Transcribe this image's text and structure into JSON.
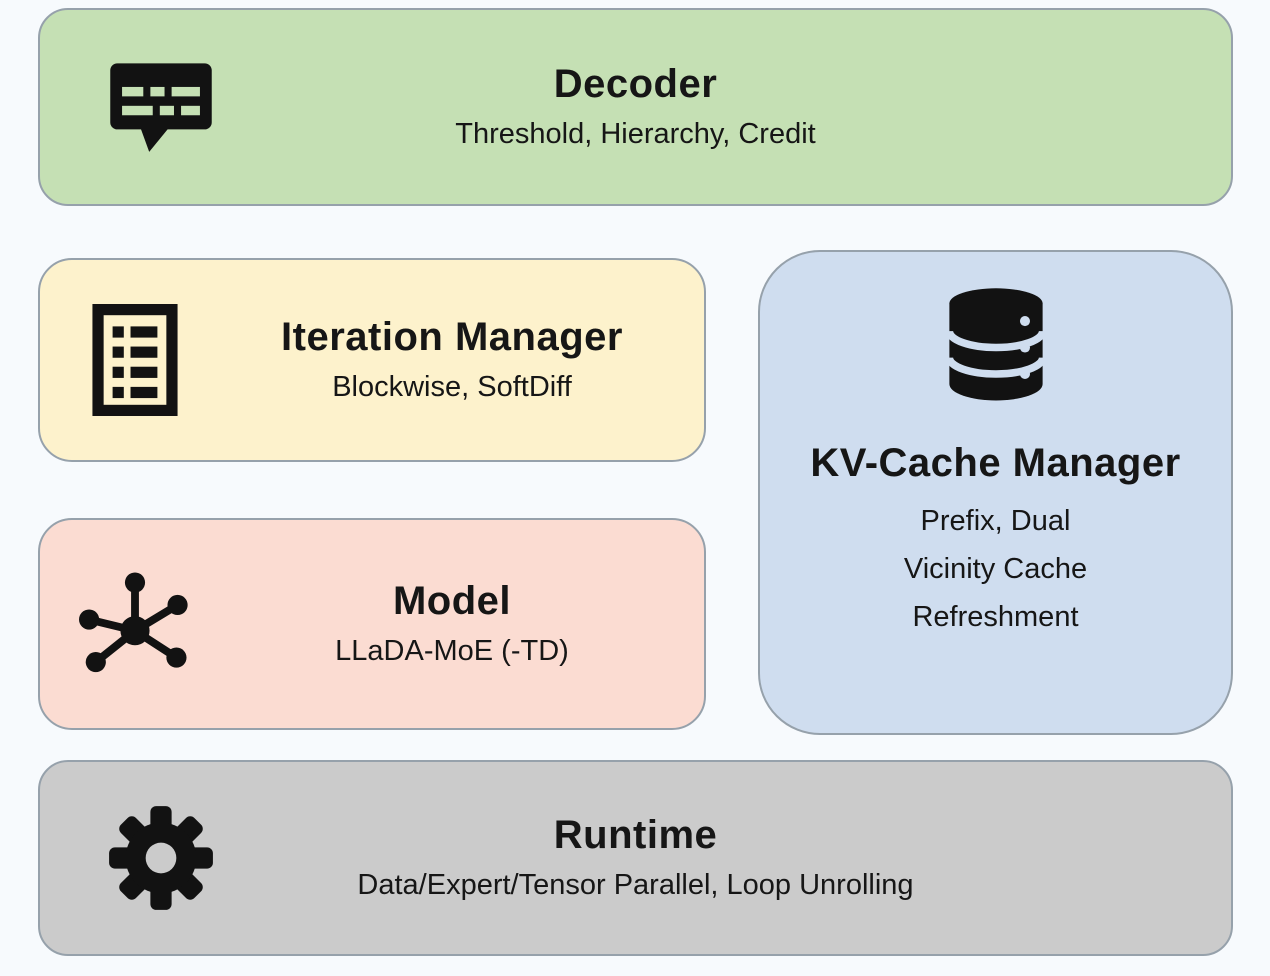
{
  "page": {
    "background": "#f7fafd",
    "icon_color": "#121212",
    "border_color": "#96a1ab"
  },
  "blocks": {
    "decoder": {
      "title": "Decoder",
      "subtitle": "Threshold, Hierarchy, Credit",
      "color": "#c5e0b4",
      "icon": "caption-bubble-icon"
    },
    "iteration_manager": {
      "title": "Iteration Manager",
      "subtitle": "Blockwise, SoftDiff",
      "color": "#fdf2cc",
      "icon": "checklist-icon"
    },
    "kv_cache_manager": {
      "title": "KV-Cache Manager",
      "subtitle_lines": [
        "Prefix, Dual",
        "Vicinity Cache",
        "Refreshment"
      ],
      "color": "#cfddef",
      "icon": "database-icon"
    },
    "model": {
      "title": "Model",
      "subtitle": "LLaDA-MoE (-TD)",
      "color": "#fbdcd2",
      "icon": "network-icon"
    },
    "runtime": {
      "title": "Runtime",
      "subtitle": "Data/Expert/Tensor Parallel, Loop Unrolling",
      "color": "#cbcbcb",
      "icon": "gear-icon"
    }
  }
}
